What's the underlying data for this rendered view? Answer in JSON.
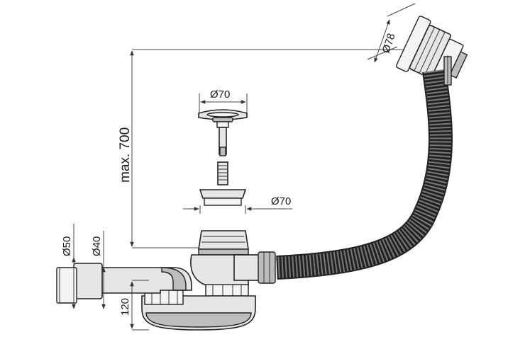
{
  "dimensions": {
    "cap_diameter": "Ø78",
    "plug_diameter": "Ø70",
    "strainer_diameter": "Ø70",
    "max_height": "max. 700",
    "outlet_outer": "Ø50",
    "outlet_inner": "Ø40",
    "outlet_height": "120"
  },
  "colors": {
    "line": "#222222",
    "fill": "#e6e6e6",
    "fill_dark": "#bdbdbd",
    "background": "#ffffff"
  }
}
